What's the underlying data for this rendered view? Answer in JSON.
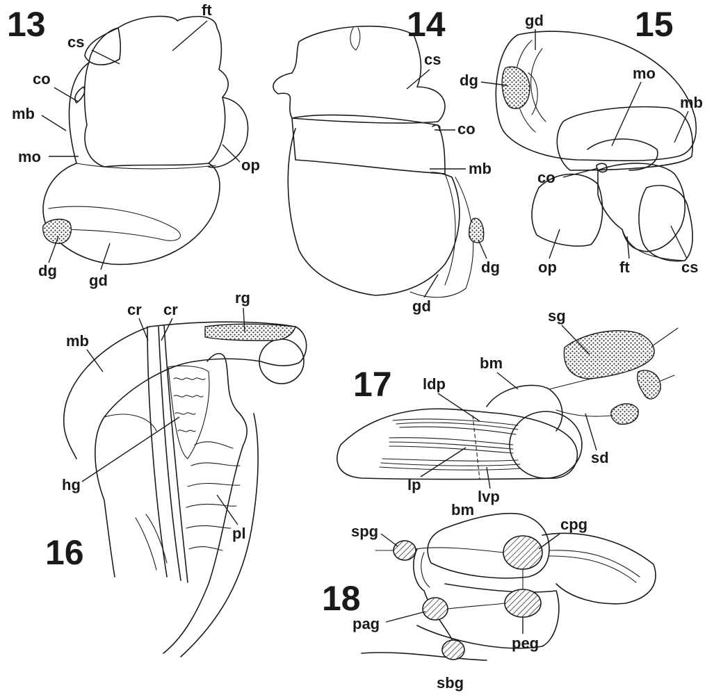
{
  "figures": {
    "f13": {
      "number": "13",
      "labels": {
        "cs": "cs",
        "ft": "ft",
        "co": "co",
        "mb": "mb",
        "mo": "mo",
        "op": "op",
        "dg": "dg",
        "gd": "gd"
      }
    },
    "f14": {
      "number": "14",
      "labels": {
        "cs": "cs",
        "co": "co",
        "mb": "mb",
        "dg": "dg",
        "gd": "gd"
      }
    },
    "f15": {
      "number": "15",
      "labels": {
        "gd": "gd",
        "dg": "dg",
        "mo": "mo",
        "mb": "mb",
        "co": "co",
        "op": "op",
        "ft": "ft",
        "cs": "cs"
      }
    },
    "f16": {
      "number": "16",
      "labels": {
        "cr1": "cr",
        "cr2": "cr",
        "rg": "rg",
        "mb": "mb",
        "hg": "hg",
        "pl": "pl"
      }
    },
    "f17": {
      "number": "17",
      "labels": {
        "sg": "sg",
        "bm": "bm",
        "ldp": "ldp",
        "sd": "sd",
        "lp": "lp",
        "lvp": "lvp"
      }
    },
    "f18": {
      "number": "18",
      "labels": {
        "bm": "bm",
        "spg": "spg",
        "cpg": "cpg",
        "pag": "pag",
        "peg": "peg",
        "sbg": "sbg"
      }
    }
  }
}
